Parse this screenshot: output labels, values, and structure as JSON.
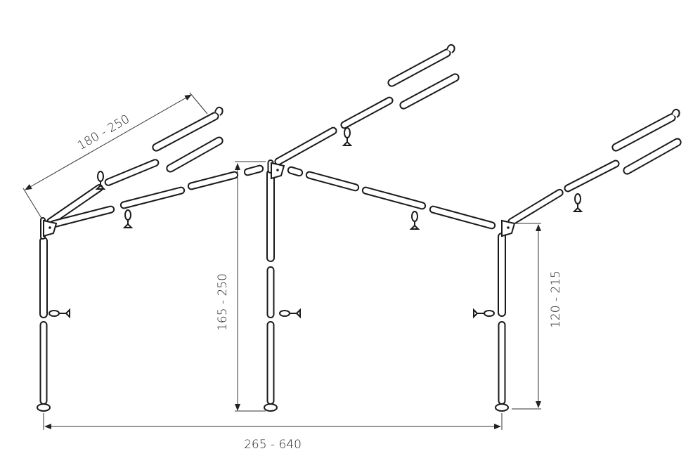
{
  "dimensions": {
    "rafter_length": "180 - 250",
    "center_height": "165 - 250",
    "side_height": "120 - 215",
    "width": "265 - 640"
  },
  "colors": {
    "line": "#1a1a1a",
    "background": "#ffffff"
  }
}
